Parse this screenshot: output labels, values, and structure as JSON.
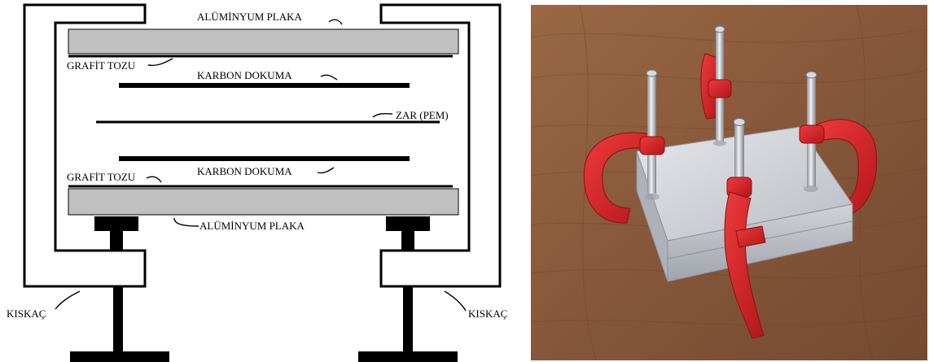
{
  "diagram": {
    "labels": {
      "aluminum_plate_top": "ALÜMİNYUM PLAKA",
      "graphite_powder_top": "GRAFİT TOZU",
      "carbon_cloth_top": "KARBON DOKUMA",
      "membrane": "ZAR (PEM)",
      "graphite_powder_bottom": "GRAFİT TOZU",
      "carbon_cloth_bottom": "KARBON DOKUMA",
      "aluminum_plate_bottom": "ALÜMİNYUM PLAKA",
      "clamp_left": "KISKAÇ",
      "clamp_right": "KISKAÇ"
    },
    "colors": {
      "plate_fill": "#c0c0c0",
      "line": "#000000"
    }
  },
  "photo": {
    "colors": {
      "table": "#8a5a3a",
      "clamp": "#d9232a",
      "aluminum": "#c9ccd0"
    }
  }
}
